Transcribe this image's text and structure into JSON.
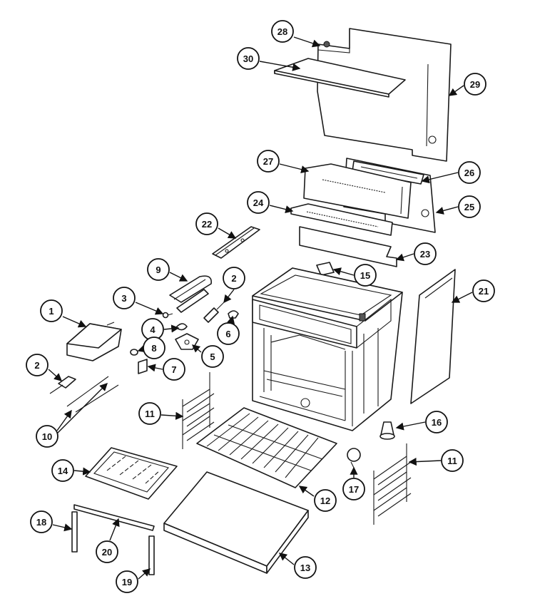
{
  "diagram": {
    "callouts": [
      "1",
      "2",
      "3",
      "4",
      "5",
      "6",
      "7",
      "8",
      "9",
      "10",
      "11",
      "12",
      "13",
      "14",
      "15",
      "16",
      "17",
      "18",
      "19",
      "20",
      "21",
      "22",
      "23",
      "24",
      "25",
      "26",
      "27",
      "28",
      "29",
      "30"
    ],
    "label_color": "#111111",
    "line_color": "#1a1a1a"
  }
}
